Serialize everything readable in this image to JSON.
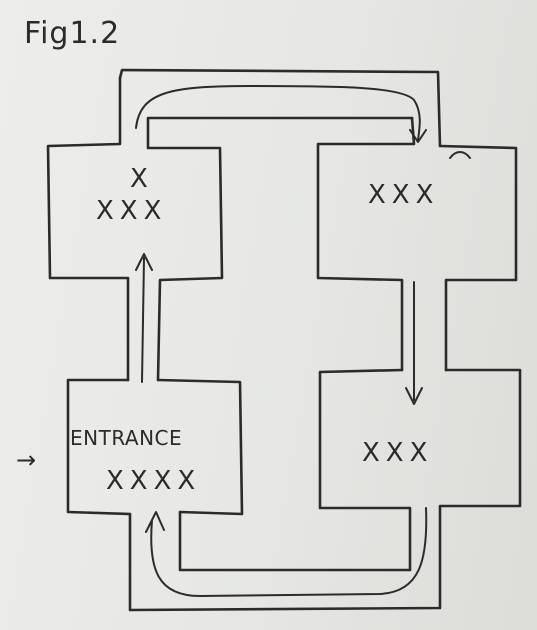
{
  "title": "Fig1.2",
  "entrance_label": "ENTRANCE",
  "entry_arrow": "→",
  "rooms": {
    "top_left": {
      "marks_top": "X",
      "marks_bottom": "XXX"
    },
    "top_right": {
      "marks": "XXX"
    },
    "bottom_left": {
      "marks": "XXXX"
    },
    "bottom_right": {
      "marks": "XXX"
    }
  }
}
